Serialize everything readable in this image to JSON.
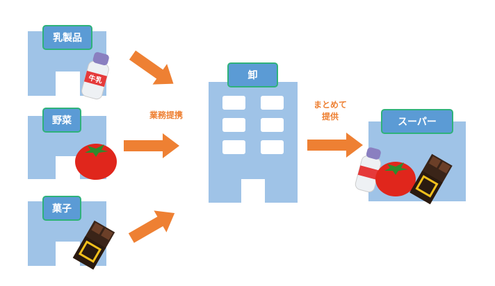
{
  "suppliers": [
    {
      "label": "乳製品",
      "product": "牛乳"
    },
    {
      "label": "野菜"
    },
    {
      "label": "菓子"
    }
  ],
  "wholesale": {
    "label": "卸"
  },
  "supermarket": {
    "label": "スーパー"
  },
  "arrow_labels": {
    "partnership": "業務提携",
    "provide_line1": "まとめて",
    "provide_line2": "提供"
  },
  "colors": {
    "building": "#9fc3e7",
    "label": "#5b9bd5",
    "label_border": "#2fb27a",
    "arrow": "#ee8033"
  }
}
